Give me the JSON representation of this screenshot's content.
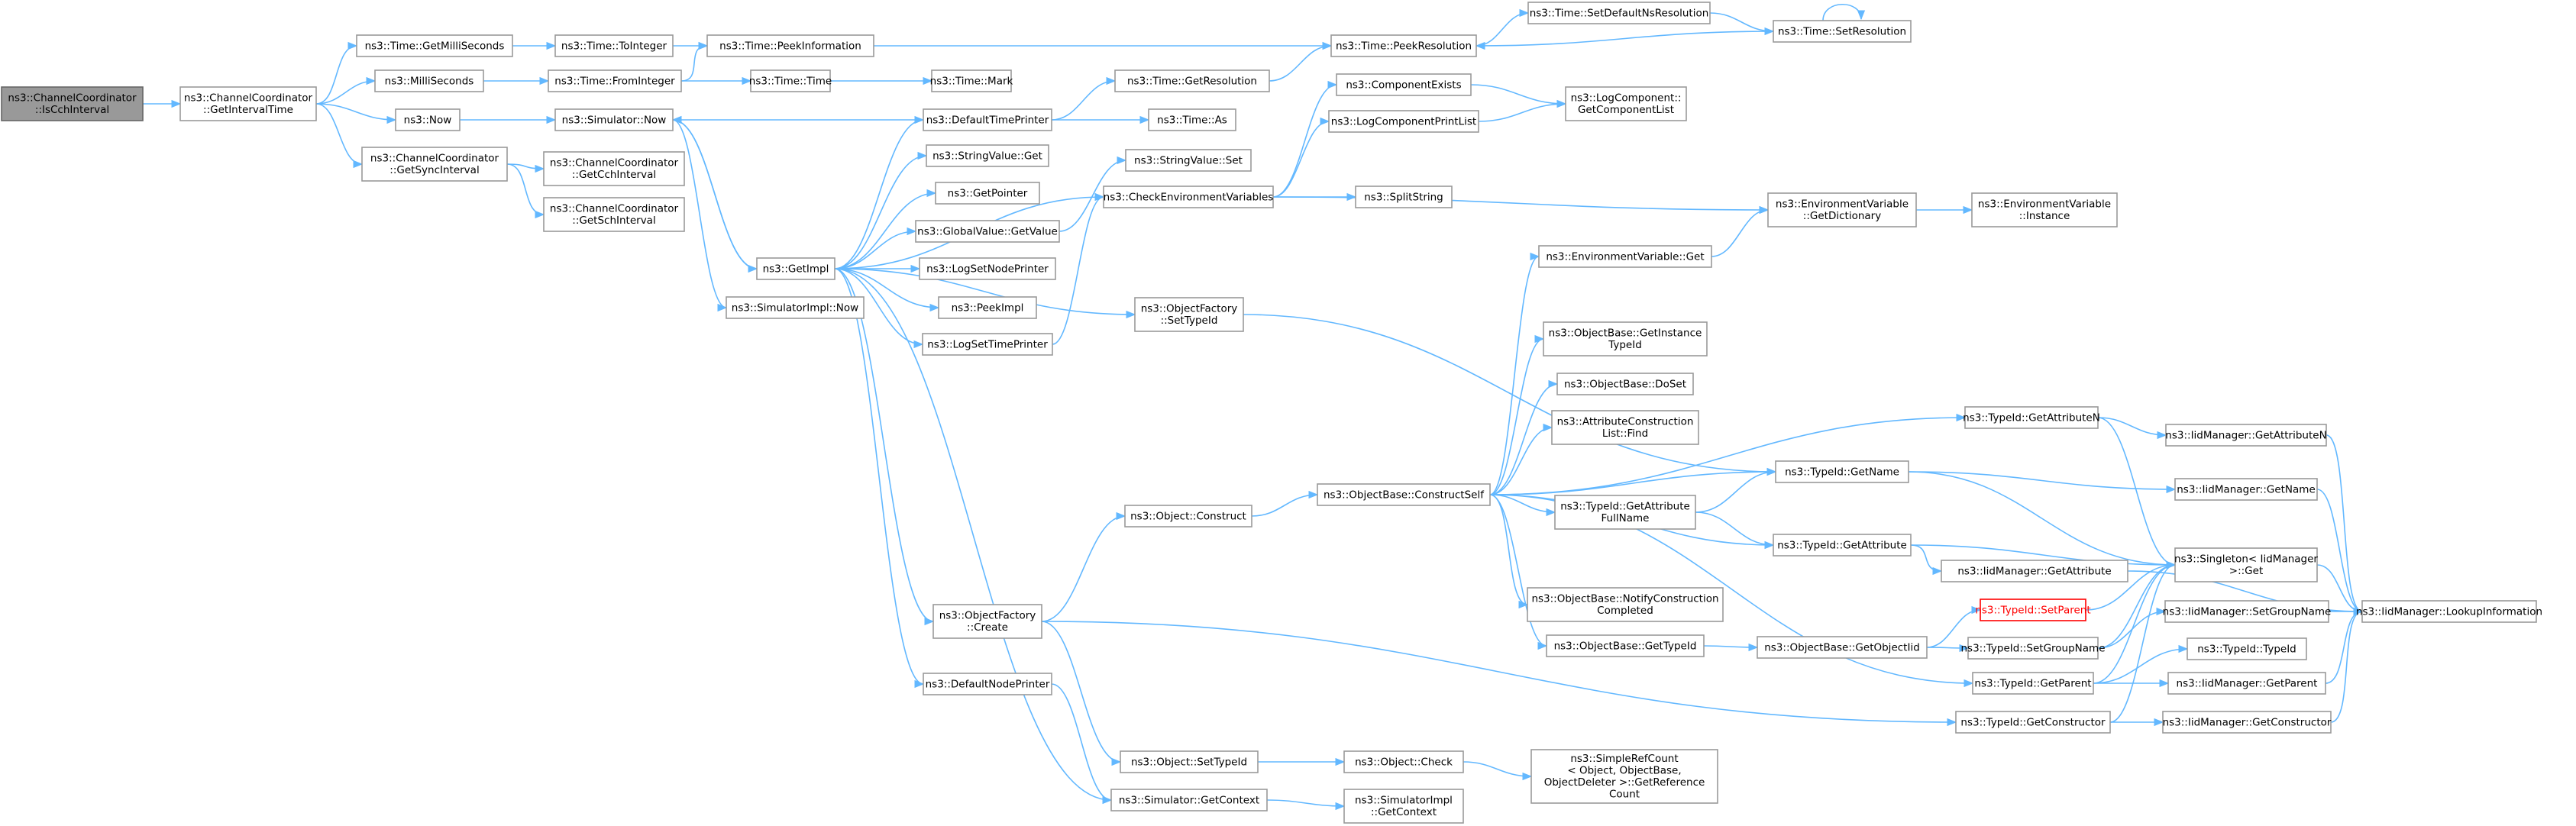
{
  "nodes": [
    {
      "id": "n0",
      "lines": [
        "ns3::ChannelCoordinator",
        "::IsCchInterval"
      ],
      "root": true
    },
    {
      "id": "n1",
      "lines": [
        "ns3::ChannelCoordinator",
        "::GetIntervalTime"
      ]
    },
    {
      "id": "n2",
      "lines": [
        "ns3::Time::GetMilliSeconds"
      ]
    },
    {
      "id": "n3",
      "lines": [
        "ns3::MilliSeconds"
      ]
    },
    {
      "id": "n4",
      "lines": [
        "ns3::Now"
      ]
    },
    {
      "id": "n5",
      "lines": [
        "ns3::ChannelCoordinator",
        "::GetSyncInterval"
      ]
    },
    {
      "id": "n6",
      "lines": [
        "ns3::Time::ToInteger"
      ]
    },
    {
      "id": "n7",
      "lines": [
        "ns3::Time::FromInteger"
      ]
    },
    {
      "id": "n8",
      "lines": [
        "ns3::Simulator::Now"
      ]
    },
    {
      "id": "n9",
      "lines": [
        "ns3::ChannelCoordinator",
        "::GetCchInterval"
      ]
    },
    {
      "id": "n10",
      "lines": [
        "ns3::ChannelCoordinator",
        "::GetSchInterval"
      ]
    },
    {
      "id": "n11",
      "lines": [
        "ns3::GetImpl"
      ]
    },
    {
      "id": "n12",
      "lines": [
        "ns3::SimulatorImpl::Now"
      ]
    },
    {
      "id": "n13",
      "lines": [
        "ns3::Time::PeekInformation"
      ]
    },
    {
      "id": "n14",
      "lines": [
        "ns3::Time::Time"
      ]
    },
    {
      "id": "n15",
      "lines": [
        "ns3::Time::Mark"
      ]
    },
    {
      "id": "n16",
      "lines": [
        "ns3::DefaultTimePrinter"
      ]
    },
    {
      "id": "n17",
      "lines": [
        "ns3::StringValue::Get"
      ]
    },
    {
      "id": "n18",
      "lines": [
        "ns3::GetPointer"
      ]
    },
    {
      "id": "n19",
      "lines": [
        "ns3::GlobalValue::GetValue"
      ]
    },
    {
      "id": "n20",
      "lines": [
        "ns3::LogSetNodePrinter"
      ]
    },
    {
      "id": "n21",
      "lines": [
        "ns3::PeekImpl"
      ]
    },
    {
      "id": "n22",
      "lines": [
        "ns3::LogSetTimePrinter"
      ]
    },
    {
      "id": "n23",
      "lines": [
        "ns3::ObjectFactory",
        "::Create"
      ]
    },
    {
      "id": "n24",
      "lines": [
        "ns3::DefaultNodePrinter"
      ]
    },
    {
      "id": "n25",
      "lines": [
        "ns3::Time::GetResolution"
      ]
    },
    {
      "id": "n26",
      "lines": [
        "ns3::Time::As"
      ]
    },
    {
      "id": "n27",
      "lines": [
        "ns3::StringValue::Set"
      ]
    },
    {
      "id": "n28",
      "lines": [
        "ns3::CheckEnvironmentVariables"
      ]
    },
    {
      "id": "n29",
      "lines": [
        "ns3::ObjectFactory",
        "::SetTypeId"
      ]
    },
    {
      "id": "n30",
      "lines": [
        "ns3::Object::Construct"
      ]
    },
    {
      "id": "n31",
      "lines": [
        "ns3::Object::SetTypeId"
      ]
    },
    {
      "id": "n32",
      "lines": [
        "ns3::Simulator::GetContext"
      ]
    },
    {
      "id": "n33",
      "lines": [
        "ns3::Time::PeekResolution"
      ]
    },
    {
      "id": "n34",
      "lines": [
        "ns3::ComponentExists"
      ]
    },
    {
      "id": "n35",
      "lines": [
        "ns3::LogComponentPrintList"
      ]
    },
    {
      "id": "n36",
      "lines": [
        "ns3::SplitString"
      ]
    },
    {
      "id": "n37",
      "lines": [
        "ns3::ObjectBase::ConstructSelf"
      ]
    },
    {
      "id": "n38",
      "lines": [
        "ns3::Object::Check"
      ]
    },
    {
      "id": "n39",
      "lines": [
        "ns3::SimulatorImpl",
        "::GetContext"
      ]
    },
    {
      "id": "n40",
      "lines": [
        "ns3::Time::SetDefaultNsResolution"
      ]
    },
    {
      "id": "n41",
      "lines": [
        "ns3::LogComponent::",
        "GetComponentList"
      ]
    },
    {
      "id": "n42",
      "lines": [
        "ns3::EnvironmentVariable::Get"
      ]
    },
    {
      "id": "n43",
      "lines": [
        "ns3::ObjectBase::GetInstance",
        "TypeId"
      ]
    },
    {
      "id": "n44",
      "lines": [
        "ns3::ObjectBase::DoSet"
      ]
    },
    {
      "id": "n45",
      "lines": [
        "ns3::AttributeConstruction",
        "List::Find"
      ]
    },
    {
      "id": "n46",
      "lines": [
        "ns3::TypeId::GetAttribute",
        "FullName"
      ]
    },
    {
      "id": "n47",
      "lines": [
        "ns3::ObjectBase::NotifyConstruction",
        "Completed"
      ]
    },
    {
      "id": "n48",
      "lines": [
        "ns3::ObjectBase::GetTypeId"
      ]
    },
    {
      "id": "n49",
      "lines": [
        "ns3::SimpleRefCount",
        "< Object, ObjectBase,",
        "ObjectDeleter >::GetReference",
        "Count"
      ]
    },
    {
      "id": "n50",
      "lines": [
        "ns3::Time::SetResolution"
      ]
    },
    {
      "id": "n51",
      "lines": [
        "ns3::EnvironmentVariable",
        "::GetDictionary"
      ]
    },
    {
      "id": "n52",
      "lines": [
        "ns3::TypeId::GetName"
      ]
    },
    {
      "id": "n53",
      "lines": [
        "ns3::TypeId::GetAttribute"
      ]
    },
    {
      "id": "n54",
      "lines": [
        "ns3::ObjectBase::GetObjectIid"
      ]
    },
    {
      "id": "n55",
      "lines": [
        "ns3::TypeId::GetAttributeN"
      ]
    },
    {
      "id": "n56",
      "lines": [
        "ns3::TypeId::SetParent"
      ],
      "red": true
    },
    {
      "id": "n57",
      "lines": [
        "ns3::TypeId::SetGroupName"
      ]
    },
    {
      "id": "n58",
      "lines": [
        "ns3::TypeId::GetParent"
      ]
    },
    {
      "id": "n59",
      "lines": [
        "ns3::TypeId::GetConstructor"
      ]
    },
    {
      "id": "n60",
      "lines": [
        "ns3::EnvironmentVariable",
        "::Instance"
      ]
    },
    {
      "id": "n61",
      "lines": [
        "ns3::IidManager::GetAttributeN"
      ]
    },
    {
      "id": "n62",
      "lines": [
        "ns3::IidManager::GetName"
      ]
    },
    {
      "id": "n63",
      "lines": [
        "ns3::Singleton< IidManager",
        " >::Get"
      ]
    },
    {
      "id": "n64",
      "lines": [
        "ns3::IidManager::GetAttribute"
      ]
    },
    {
      "id": "n65",
      "lines": [
        "ns3::IidManager::SetGroupName"
      ]
    },
    {
      "id": "n66",
      "lines": [
        "ns3::TypeId::TypeId"
      ]
    },
    {
      "id": "n67",
      "lines": [
        "ns3::IidManager::GetParent"
      ]
    },
    {
      "id": "n68",
      "lines": [
        "ns3::IidManager::GetConstructor"
      ]
    },
    {
      "id": "n69",
      "lines": [
        "ns3::IidManager::LookupInformation"
      ]
    }
  ],
  "edges": [
    [
      "n0",
      "n1"
    ],
    [
      "n1",
      "n2"
    ],
    [
      "n1",
      "n3"
    ],
    [
      "n1",
      "n4"
    ],
    [
      "n1",
      "n5"
    ],
    [
      "n2",
      "n6"
    ],
    [
      "n6",
      "n13"
    ],
    [
      "n13",
      "n33"
    ],
    [
      "n3",
      "n7"
    ],
    [
      "n7",
      "n13"
    ],
    [
      "n7",
      "n14"
    ],
    [
      "n14",
      "n15"
    ],
    [
      "n4",
      "n8"
    ],
    [
      "n8",
      "n11"
    ],
    [
      "n8",
      "n12"
    ],
    [
      "n5",
      "n9"
    ],
    [
      "n5",
      "n10"
    ],
    [
      "n11",
      "n8"
    ],
    [
      "n11",
      "n16"
    ],
    [
      "n11",
      "n17"
    ],
    [
      "n11",
      "n18"
    ],
    [
      "n11",
      "n19"
    ],
    [
      "n11",
      "n20"
    ],
    [
      "n11",
      "n21"
    ],
    [
      "n11",
      "n22"
    ],
    [
      "n11",
      "n23"
    ],
    [
      "n11",
      "n24"
    ],
    [
      "n11",
      "n28"
    ],
    [
      "n11",
      "n29"
    ],
    [
      "n11",
      "n32"
    ],
    [
      "n16",
      "n8"
    ],
    [
      "n16",
      "n25"
    ],
    [
      "n16",
      "n26"
    ],
    [
      "n25",
      "n33"
    ],
    [
      "n19",
      "n27"
    ],
    [
      "n22",
      "n28"
    ],
    [
      "n28",
      "n34"
    ],
    [
      "n28",
      "n35"
    ],
    [
      "n28",
      "n36"
    ],
    [
      "n28",
      "n51"
    ],
    [
      "n34",
      "n41"
    ],
    [
      "n35",
      "n41"
    ],
    [
      "n29",
      "n52"
    ],
    [
      "n23",
      "n30"
    ],
    [
      "n23",
      "n31"
    ],
    [
      "n23",
      "n59"
    ],
    [
      "n30",
      "n37"
    ],
    [
      "n24",
      "n32"
    ],
    [
      "n31",
      "n38"
    ],
    [
      "n38",
      "n49"
    ],
    [
      "n32",
      "n39"
    ],
    [
      "n33",
      "n40"
    ],
    [
      "n40",
      "n50"
    ],
    [
      "n50",
      "n50"
    ],
    [
      "n50",
      "n33"
    ],
    [
      "n37",
      "n42"
    ],
    [
      "n37",
      "n43"
    ],
    [
      "n37",
      "n44"
    ],
    [
      "n37",
      "n45"
    ],
    [
      "n37",
      "n46"
    ],
    [
      "n37",
      "n47"
    ],
    [
      "n37",
      "n48"
    ],
    [
      "n37",
      "n52"
    ],
    [
      "n37",
      "n53"
    ],
    [
      "n37",
      "n55"
    ],
    [
      "n37",
      "n58"
    ],
    [
      "n42",
      "n51"
    ],
    [
      "n51",
      "n60"
    ],
    [
      "n46",
      "n52"
    ],
    [
      "n46",
      "n53"
    ],
    [
      "n48",
      "n54"
    ],
    [
      "n54",
      "n56"
    ],
    [
      "n54",
      "n57"
    ],
    [
      "n52",
      "n62"
    ],
    [
      "n52",
      "n63"
    ],
    [
      "n53",
      "n63"
    ],
    [
      "n53",
      "n64"
    ],
    [
      "n55",
      "n61"
    ],
    [
      "n55",
      "n63"
    ],
    [
      "n56",
      "n63"
    ],
    [
      "n57",
      "n63"
    ],
    [
      "n57",
      "n65"
    ],
    [
      "n58",
      "n66"
    ],
    [
      "n58",
      "n63"
    ],
    [
      "n58",
      "n67"
    ],
    [
      "n59",
      "n63"
    ],
    [
      "n59",
      "n68"
    ],
    [
      "n61",
      "n69"
    ],
    [
      "n62",
      "n69"
    ],
    [
      "n64",
      "n69"
    ],
    [
      "n65",
      "n69"
    ],
    [
      "n67",
      "n69"
    ],
    [
      "n68",
      "n69"
    ],
    [
      "n63",
      "n69"
    ]
  ]
}
